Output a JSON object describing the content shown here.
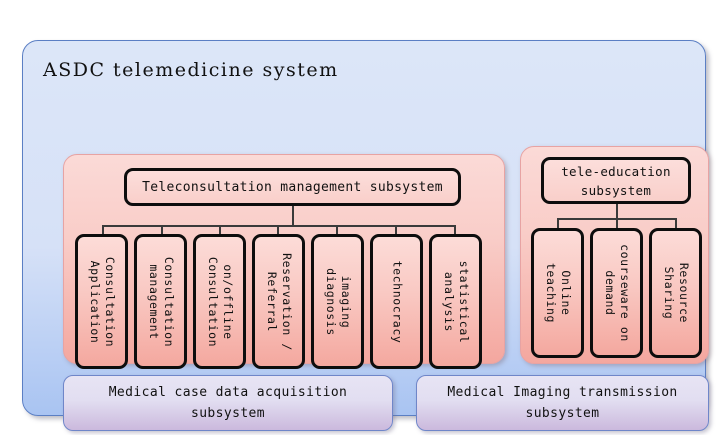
{
  "diagram": {
    "type": "block-hierarchy",
    "title": "ASDC telemedicine system",
    "colors": {
      "outer_fill_top": "#dce6f8",
      "outer_fill_bottom": "#a9c4f2",
      "outer_border": "#5b7fc4",
      "panel_fill_top": "#fbdad7",
      "panel_fill_bottom": "#f4a79f",
      "panel_border": "#e7a3a3",
      "box_border": "#0d0d0d",
      "purple_fill_top": "#e7e4f4",
      "purple_fill_bottom": "#cbb9dd",
      "purple_border": "#6f86c9",
      "connector": "#3a3a3a"
    },
    "teleconsultation": {
      "header": "Teleconsultation  management subsystem",
      "children": [
        "Consultation\nApplication",
        "Consultation\nmanagement",
        "on/offline\nConsultation",
        "Reservation /\nReferral",
        "imaging\ndiagnosis",
        "technocracy",
        "statistical\nanalysis"
      ]
    },
    "tele_education": {
      "header": "tele-education\nsubsystem",
      "children": [
        "Online\nteaching",
        "courseware on\ndemand",
        "Resource\nSharing"
      ]
    },
    "bottom_subsystems": [
      "Medical case data acquisition\nsubsystem",
      "Medical Imaging transmission\nsubsystem"
    ]
  }
}
